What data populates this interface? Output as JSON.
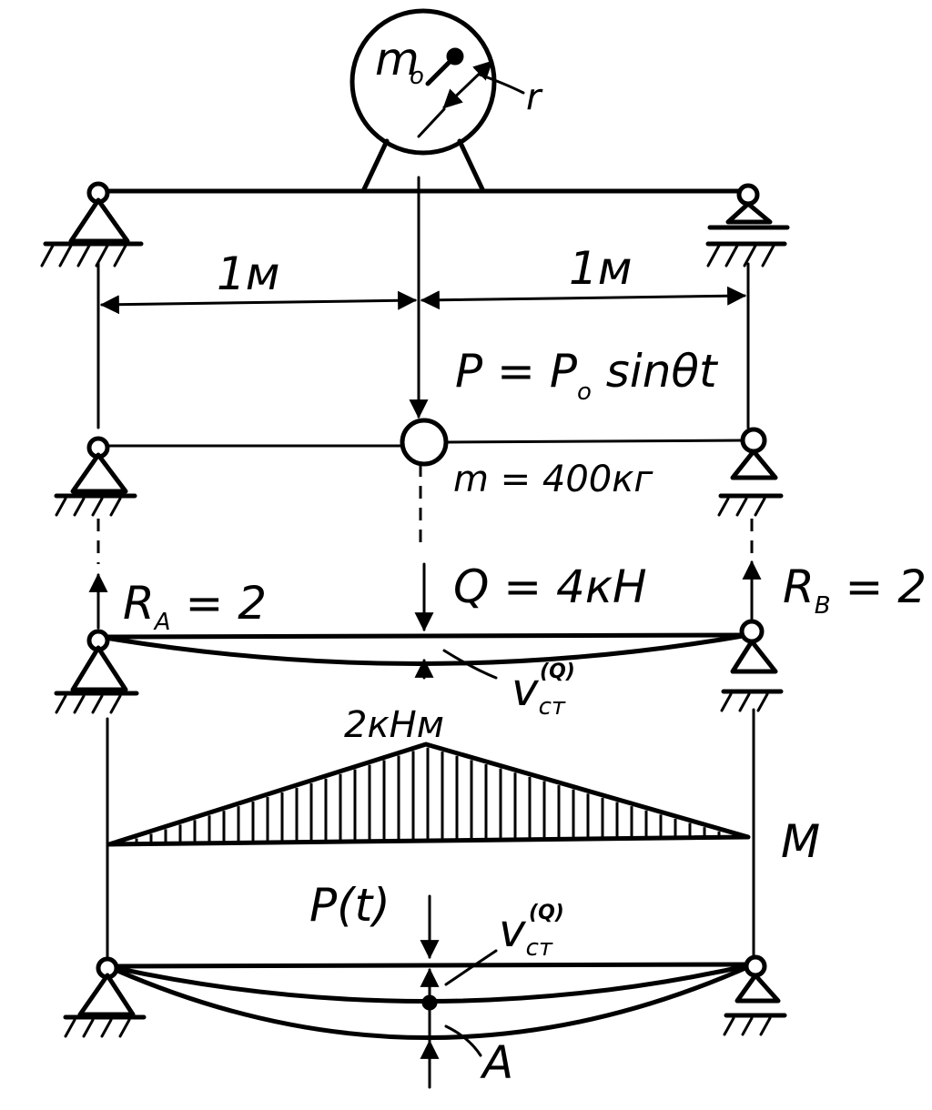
{
  "motor": {
    "mass_label": "m",
    "mass_sub": "o",
    "radius_label": "r"
  },
  "dimensions": {
    "left_span": "1м",
    "right_span": "1м"
  },
  "load": {
    "force_label": "P = P",
    "force_sub": "o",
    "force_tail": " sinθt",
    "mass": "m = 400кг"
  },
  "static": {
    "ra": "R",
    "ra_sub": "A",
    "ra_val": " = 2",
    "q": "Q = 4кН",
    "rb": "R",
    "rb_sub": "B",
    "rb_val": " = 2",
    "defl": "v",
    "defl_sub": "ст",
    "defl_sup": "(Q)"
  },
  "moment": {
    "peak": "2кНм",
    "label": "M"
  },
  "dynamic": {
    "force": "P(t)",
    "defl": "v",
    "defl_sub": "ст",
    "defl_sup": "(Q)",
    "amplitude": "A"
  }
}
